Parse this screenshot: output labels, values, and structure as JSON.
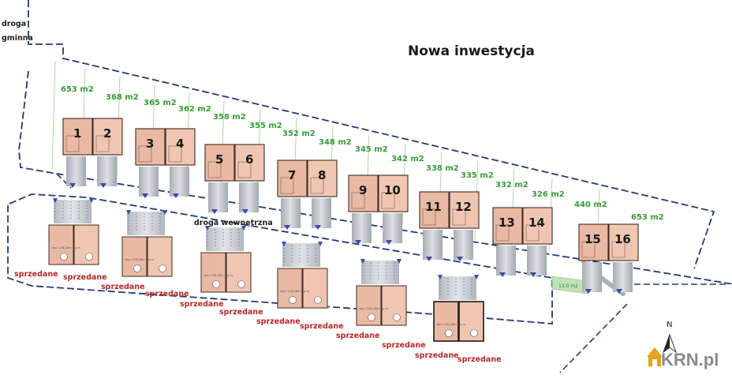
{
  "title": "Nowa  inwestycja",
  "road_labels": {
    "public_line1": "droga",
    "public_line2": "gminna",
    "internal": "droga wewnętrzna"
  },
  "north_label": "N",
  "watermark": "KRN.pl",
  "area_labels": [
    "653 m2",
    "368 m2",
    "365 m2",
    "362 m2",
    "358 m2",
    "355 m2",
    "352 m2",
    "348 m2",
    "345 m2",
    "342 m2",
    "338 m2",
    "335 m2",
    "332 m2",
    "326 m2",
    "440 m2",
    "653 m2"
  ],
  "unit_numbers": [
    "1",
    "2",
    "3",
    "4",
    "5",
    "6",
    "7",
    "8",
    "9",
    "10",
    "11",
    "12",
    "13",
    "14",
    "15",
    "16"
  ],
  "sold_label": "sprzedane",
  "sold_count": 12,
  "small_plan_text": "zap=128,28m n.p.m.",
  "strip_label": "13.0 m2",
  "colors": {
    "boundary": "#243a73",
    "area_text": "#3a9a3a",
    "sold_text": "#b52a2a",
    "house_fill": "#e9b9a3",
    "house_fill_light": "#f0c6b0",
    "house_outline": "#3b2b26",
    "plot_line": "#9ccf8e",
    "driveway": "#b9bcc2",
    "strip_fill": "#bfe2b4"
  }
}
